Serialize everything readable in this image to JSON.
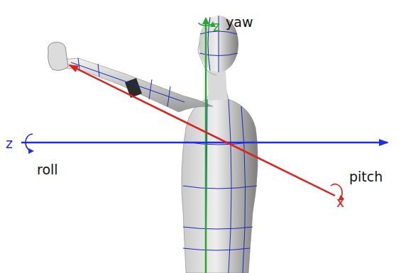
{
  "diagram": {
    "labels": [
      "z",
      "yaw",
      "z",
      "roll",
      "pitch",
      "x"
    ]
  }
}
